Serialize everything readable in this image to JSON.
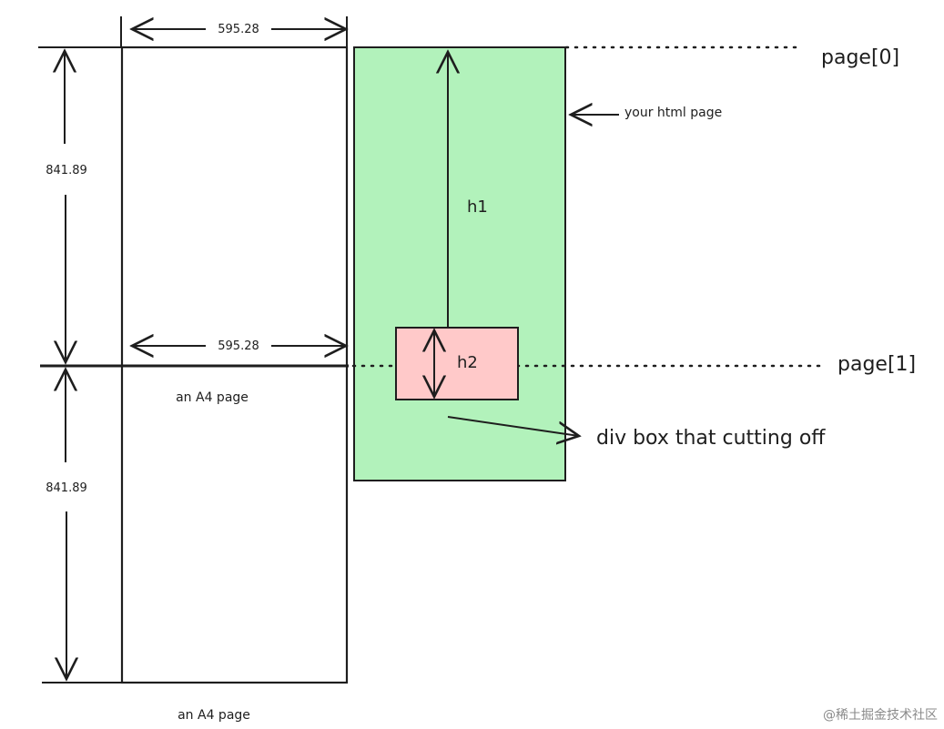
{
  "diagram": {
    "labels": {
      "top_width": "595.28",
      "mid_width": "595.28",
      "upper_height": "841.89",
      "lower_height": "841.89",
      "a4_label_1": "an A4 page",
      "a4_label_2": "an A4 page",
      "page0": "page[0]",
      "page1": "page[1]",
      "html_page": "your html page",
      "h1": "h1",
      "h2": "h2",
      "div_box": "div box that cutting off"
    },
    "colors": {
      "ink": "#1e1e1e",
      "html_page_fill": "#b2f2bb",
      "div_box_fill": "#ffc9c9"
    },
    "watermark": "@稀土掘金技术社区"
  }
}
